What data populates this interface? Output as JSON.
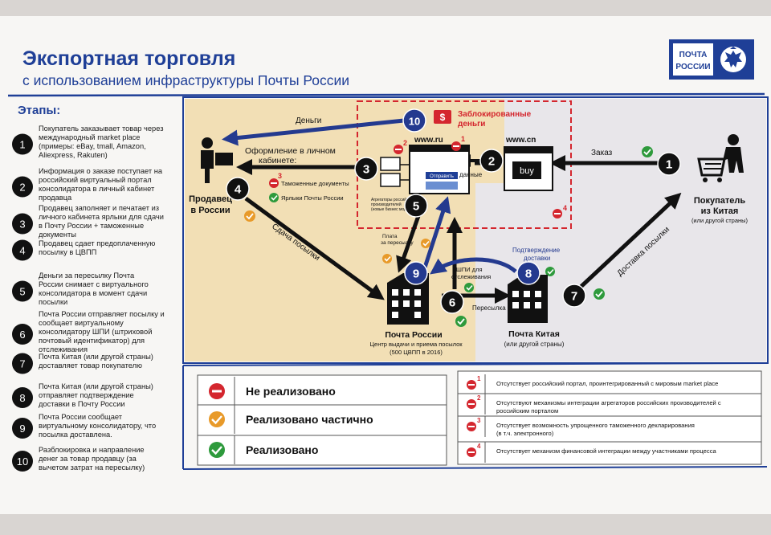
{
  "header": {
    "title": "Экспортная торговля",
    "subtitle": "с использованием инфраструктуры Почты России",
    "logo_line1": "ПОЧТА",
    "logo_line2": "РОССИИ"
  },
  "stages": {
    "heading": "Этапы:",
    "items": [
      {
        "num": "1",
        "lines": [
          "Покупатель заказывает товар через",
          "международный market place",
          "(примеры: eBay, tmall, Amazon,",
          "Aliexpress, Rakuten)"
        ]
      },
      {
        "num": "2",
        "lines": [
          "Информация о заказе поступает на",
          "российский виртуальный портал",
          "консолидатора в личный кабинет",
          "продавца"
        ]
      },
      {
        "num": "3",
        "lines": [
          "Продавец заполняет и печатает из",
          "личного кабинета ярлыки для сдачи",
          "в Почту России + таможенные",
          "документы"
        ]
      },
      {
        "num": "4",
        "lines": [
          "Продавец сдает предоплаченную",
          "посылку в ЦВПП"
        ]
      },
      {
        "num": "5",
        "lines": [
          "Деньги за пересылку Почта",
          "России снимает с виртуального",
          "консолидатора в момент сдачи",
          "посылки"
        ]
      },
      {
        "num": "6",
        "lines": [
          "Почта России отправляет посылку и",
          "сообщает виртуальному",
          "консолидатору ШПИ (штриховой",
          "почтовый идентификатор)  для",
          "отслеживания"
        ]
      },
      {
        "num": "7",
        "lines": [
          "Почта Китая (или другой страны)",
          "доставляет товар покупателю"
        ]
      },
      {
        "num": "8",
        "lines": [
          "Почта Китая (или другой страны)",
          "отправляет подтверждение",
          "доставки в Почту России"
        ]
      },
      {
        "num": "9",
        "lines": [
          "Почта России сообщает",
          "виртуальному консолидатору, что",
          "посылка доставлена."
        ]
      },
      {
        "num": "10",
        "lines": [
          "Разблокировка  и направление",
          "денег за товар продавцу (за",
          "вычетом затрат на пересылку)"
        ]
      }
    ]
  },
  "diagram": {
    "seller": [
      "Продавец",
      "в России"
    ],
    "buyer": [
      "Покупатель",
      "из Китая"
    ],
    "buyer_note": "(или другой страны)",
    "money": "Деньги",
    "blocked": [
      "Заблокированные",
      "деньги"
    ],
    "cabinet": [
      "Оформление в личном",
      "кабинете:"
    ],
    "customs_docs": "Таможенные документы",
    "labels": "Ярлыки Почты России",
    "www_ru": "www.ru",
    "www_cn": "www.cn",
    "buy": "buy",
    "send_btn": "Отправить",
    "aggregators": [
      "Агрегаторы российских",
      "производителей",
      "(новые бизнес модели)"
    ],
    "data": "данные",
    "order": "Заказ",
    "handover": "Сдача посылки",
    "delivery": "Доставка посылки",
    "shipping": "Пересылка",
    "payment": [
      "Плата",
      "за пересылку"
    ],
    "tracking": [
      "ШПИ для",
      "отслеживания"
    ],
    "confirm": [
      "Подтверждение",
      "доставки"
    ],
    "post_ru": "Почта России",
    "post_ru_sub": [
      "Центр выдачи и приема посылок",
      "(500 ЦВПП в 2016)"
    ],
    "post_cn": "Почта Китая",
    "post_cn_sub": "(или другой страны)",
    "step_numbers": [
      "1",
      "2",
      "3",
      "4",
      "5",
      "6",
      "7",
      "8",
      "9",
      "10"
    ],
    "problem_marks": [
      "1",
      "2",
      "3",
      "4"
    ]
  },
  "legend": {
    "items": [
      {
        "label": "Не реализовано",
        "status": "red"
      },
      {
        "label": "Реализовано частично",
        "status": "orange"
      },
      {
        "label": "Реализовано",
        "status": "green"
      }
    ]
  },
  "notes": {
    "items": [
      {
        "num": "1",
        "lines": [
          "Отсутствует российский портал, проинтегрированный с мировым market place"
        ]
      },
      {
        "num": "2",
        "lines": [
          "Отсутствуют механизмы интеграции агрегаторов российских производителей с",
          "российским порталом"
        ]
      },
      {
        "num": "3",
        "lines": [
          "Отсутствует возможность упрощенного таможенного декларирования",
          "(в т.ч. электронного)"
        ]
      },
      {
        "num": "4",
        "lines": [
          "Отсутствует механизм финансовой интеграции между участниками процесса"
        ]
      }
    ]
  },
  "colors": {
    "brand_blue": "#1f3f97",
    "dark_blue": "#243a8f",
    "red": "#d4262e",
    "orange": "#e89a2a",
    "green": "#2e9a3c",
    "beige": "#f2dfb5"
  }
}
